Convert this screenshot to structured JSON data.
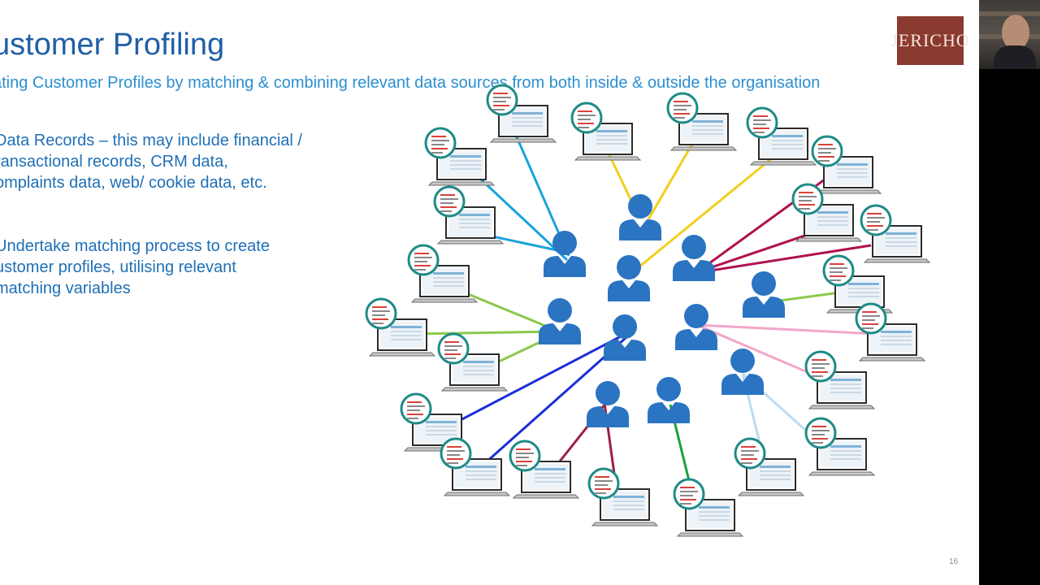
{
  "slide": {
    "title": "ustomer Profiling",
    "subtitle": "ating Customer Profiles by matching & combining relevant data sources from both inside & outside the organisation",
    "bullets": [
      "Data Records – this may include financial /\nransactional records, CRM data,\nomplaints data, web/ cookie data, etc.",
      "Undertake matching process to create\nustomer profiles, utilising relevant\nmatching variables"
    ],
    "logo_text": "JERICHO",
    "page_number": "16"
  },
  "colors": {
    "title": "#1f5fa5",
    "subtitle": "#2b8fd0",
    "bullet_text": "#1f6fb5",
    "person": "#2a74c2",
    "logo_bg": "#8b3a30",
    "laptop_badge": "#1e8a86"
  },
  "diagram": {
    "laptop_icon": "laptop-icon",
    "person_icon": "person-icon",
    "link_colors": [
      "#1aa3dc",
      "#f2cf1c",
      "#b0114f",
      "#8cc84b",
      "#1a2fd6",
      "#9c1f3f",
      "#16a33a",
      "#f2a6c8",
      "#bcdcef"
    ]
  }
}
